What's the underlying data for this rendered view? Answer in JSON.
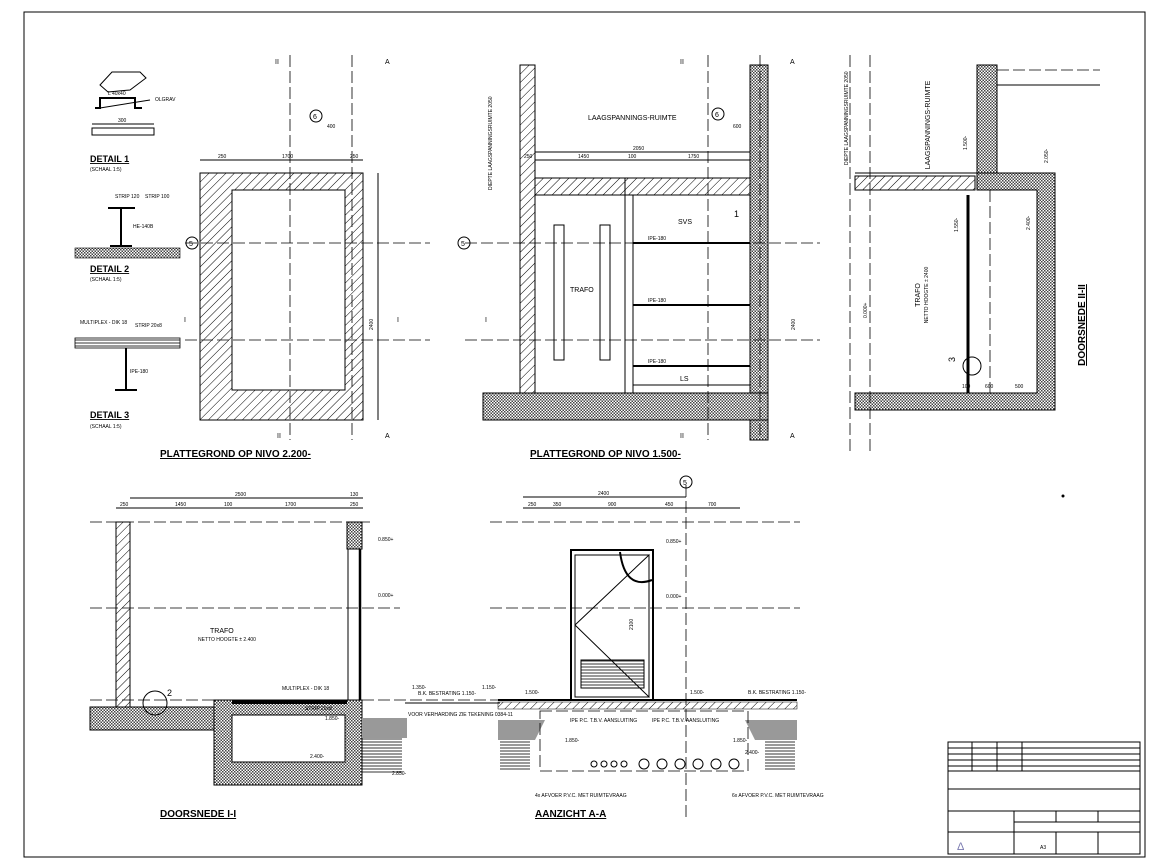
{
  "details": [
    {
      "title": "DETAIL 1",
      "scale": "(SCHAAL 1:5)",
      "labels": [
        "L 40x40",
        "OLGRAV",
        "300"
      ]
    },
    {
      "title": "DETAIL 2",
      "scale": "(SCHAAL 1:5)",
      "labels": [
        "HE-140B",
        "STRIP 120",
        "STRIP 100"
      ]
    },
    {
      "title": "DETAIL 3",
      "scale": "(SCHAAL 1:5)",
      "labels": [
        "IPE-180",
        "MULTIPLEX - DIK 18",
        "STRIP 20x8"
      ]
    }
  ],
  "plan_2200": {
    "title": "PLATTEGROND OP NIVO 2.200-",
    "grid_labels": [
      "II",
      "A",
      "5",
      "I",
      "6"
    ],
    "dims": [
      "400",
      "250",
      "1700",
      "250",
      "2400",
      "250"
    ]
  },
  "plan_1500": {
    "title": "PLATTEGROND OP NIVO 1.500-",
    "room_upper": "LAAGSPANNINGS-RUIMTE",
    "room_trafo": "TRAFO",
    "room_svs": "SVS",
    "room_ls": "LS",
    "marker": "1",
    "vertical_note": "DIEPTE LAAGSPANNINGSRUIMTE 2050",
    "grid_labels": [
      "II",
      "A",
      "5",
      "I",
      "6"
    ],
    "dims": [
      "2050",
      "250",
      "1450",
      "100",
      "1750",
      "600",
      "2400"
    ],
    "beam_labels": [
      "IPE-180",
      "IPE-180",
      "IPE-180"
    ]
  },
  "section_2": {
    "title": "DOORSNEDE II-II",
    "room_upper": "LAAGSPANNINGS-RUIMTE",
    "room_trafo": "TRAFO",
    "room_trafo_note": "NETTO HOOGTE ± 2400",
    "vertical_note": "DIEPTE LAAGSPANNINGSRUIMTE 2050",
    "levels": [
      "1.500-",
      "2.050-",
      "0.000+",
      "1.550-",
      "2.400-"
    ],
    "marker": "3",
    "dims": [
      "100",
      "600",
      "500"
    ]
  },
  "section_1": {
    "title": "DOORSNEDE I-I",
    "room": "TRAFO",
    "room_note": "NETTO HOOGTE ± 2.400",
    "dims": [
      "2500",
      "250",
      "1450",
      "100",
      "1700",
      "250",
      "130"
    ],
    "levels": [
      "0.850+",
      "0.000+",
      "1.350-",
      "1.150-",
      "1.850-",
      "2.400-",
      "2.850-"
    ],
    "notes": [
      "B.K. BESTRATING 1.150-",
      "VOOR VERHARDING ZIE TEKENING 0384-11",
      "MULTIPLEX - DIK 18",
      "STRIP 20x8"
    ],
    "marker": "2"
  },
  "elevation_aa": {
    "title": "AANZICHT A-A",
    "grid_label": "5",
    "dims": [
      "2400",
      "250",
      "350",
      "900",
      "450",
      "700"
    ],
    "levels": [
      "0.850+",
      "0.000+",
      "1.500-",
      "1.500-",
      "1.850-",
      "1.850-",
      "2.400-"
    ],
    "notes": [
      "B.K. BESTRATING 1.150-",
      "IPE P.C. T.B.V. AANSLUITING",
      "IPE P.C. T.B.V. AANSLUITING",
      "4x AFVOER P.V.C. MET RUIMTEVRAAG",
      "6x AFVOER P.V.C. MET RUIMTEVRAAG"
    ],
    "door_dim": "2100"
  },
  "title_block": {
    "scale": "A3",
    "logo": "A"
  }
}
